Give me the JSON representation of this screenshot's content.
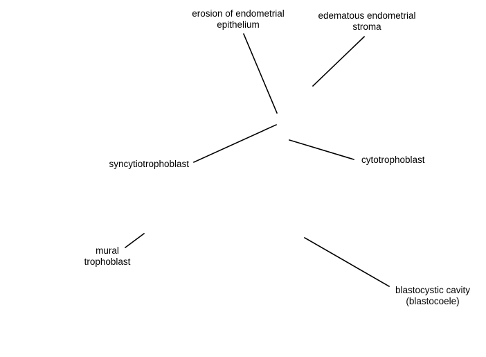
{
  "labels": {
    "erosion_line1": "erosion of endometrial",
    "erosion_line2": "epithelium",
    "edematous_line1": "edematous endometrial",
    "edematous_line2": "stroma",
    "syncytiotrophoblast": "syncytiotrophoblast",
    "cytotrophoblast": "cytotrophoblast",
    "mural_line1": "mural",
    "mural_line2": "trophoblast",
    "blastocystic_line1": "blastocystic cavity",
    "blastocystic_line2": "(blastocoele)"
  }
}
